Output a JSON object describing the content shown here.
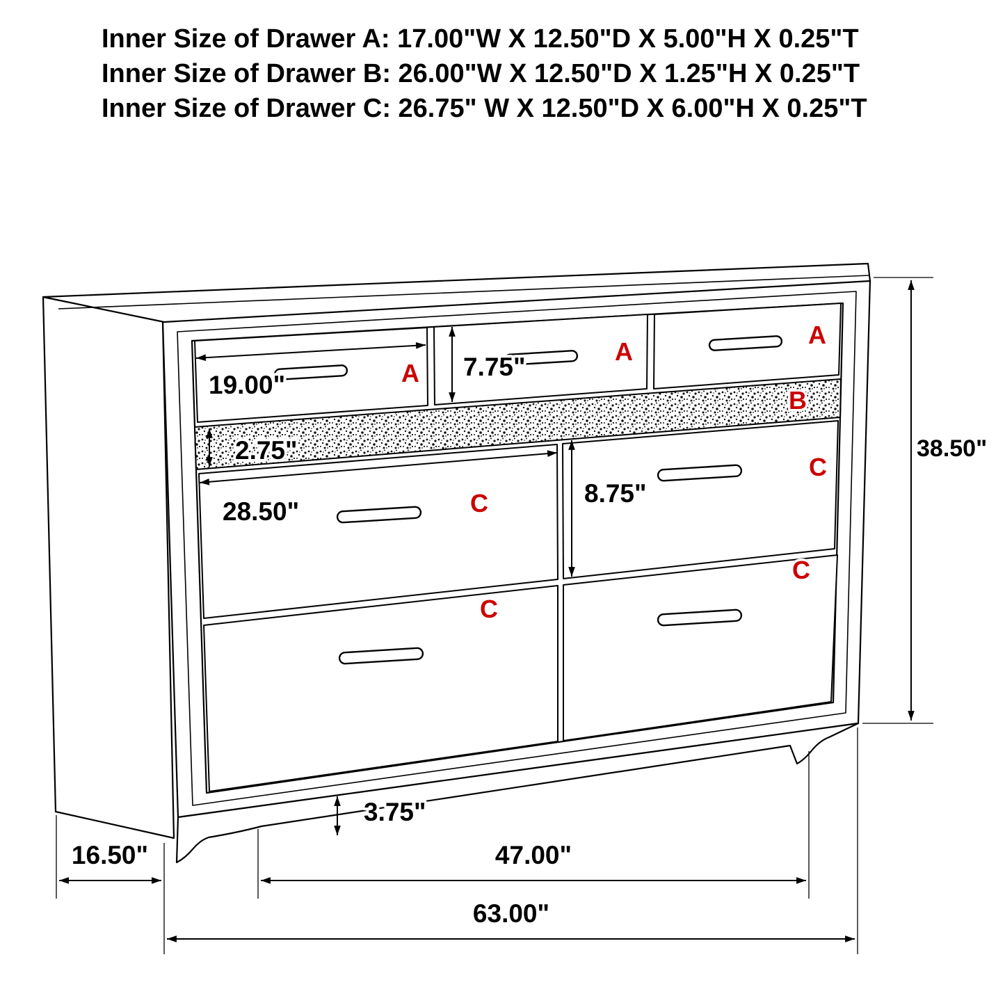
{
  "header": {
    "line1": "Inner Size of Drawer A: 17.00\"W X 12.50\"D X 5.00\"H X 0.25\"T",
    "line2": "Inner Size of Drawer B: 26.00\"W X 12.50\"D X 1.25\"H X 0.25\"T",
    "line3": "Inner Size of Drawer C: 26.75\" W X 12.50\"D X 6.00\"H X 0.25\"T"
  },
  "diagram": {
    "drawer_letters": {
      "a_left": "A",
      "a_center": "A",
      "a_right": "A",
      "b_strip": "B",
      "c_top_left": "C",
      "c_top_right": "C",
      "c_bottom_left": "C",
      "c_bottom_right": "C"
    },
    "dimensions": {
      "drawer_a_width": "19.00\"",
      "drawer_a_height": "7.75\"",
      "drawer_b_height": "2.75\"",
      "drawer_c_width": "28.50\"",
      "drawer_c_height": "8.75\"",
      "overall_height": "38.50\"",
      "foot_height": "3.75\"",
      "depth": "16.50\"",
      "between_legs": "47.00\"",
      "overall_width": "63.00\""
    },
    "colors": {
      "label_red": "#cc0000",
      "line_black": "#000000"
    }
  }
}
